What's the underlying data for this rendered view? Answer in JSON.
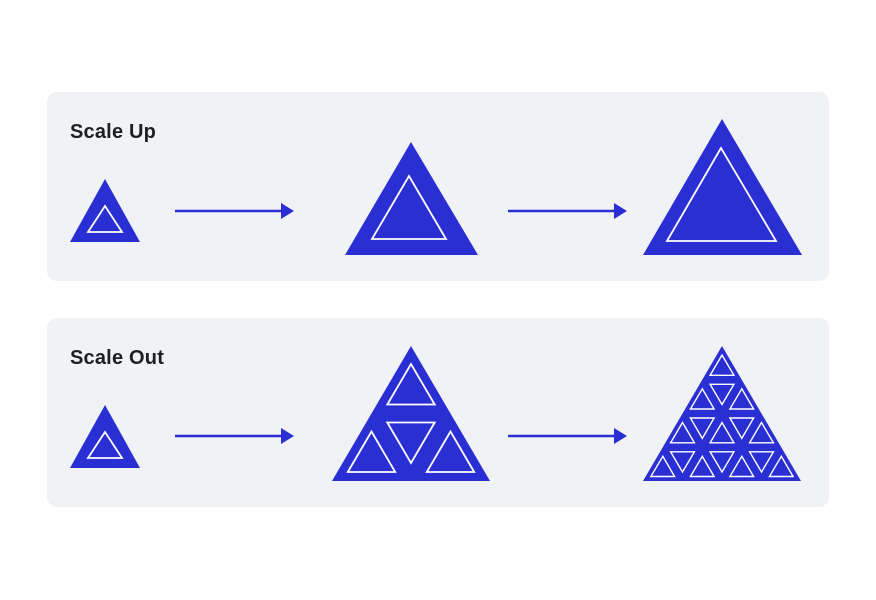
{
  "panels": {
    "scale_up": {
      "title": "Scale Up"
    },
    "scale_out": {
      "title": "Scale Out"
    }
  },
  "colors": {
    "triangle_fill": "#2a2fd4",
    "triangle_outline": "#ffffff",
    "arrow": "#2a2fd4",
    "panel_background": "#f1f2f5",
    "title_text": "#1e1f24"
  },
  "stages": {
    "scale_up": [
      "single-triangle",
      "larger-triangle",
      "largest-triangle"
    ],
    "scale_out": [
      "single-triangle",
      "4-triangle-grid",
      "16-triangle-grid"
    ]
  }
}
